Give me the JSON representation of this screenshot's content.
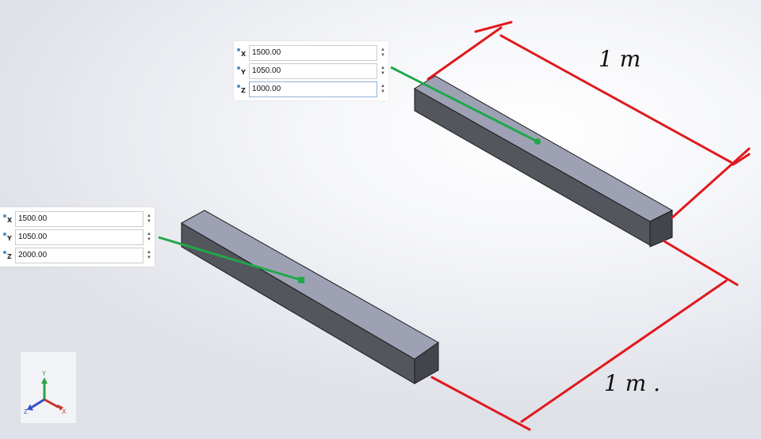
{
  "panels": [
    {
      "x": {
        "axis": "X",
        "value": "1500.00"
      },
      "y": {
        "axis": "Y",
        "value": "1050.00"
      },
      "z": {
        "axis": "Z",
        "value": "1000.00"
      }
    },
    {
      "x": {
        "axis": "X",
        "value": "1500.00"
      },
      "y": {
        "axis": "Y",
        "value": "1050.00"
      },
      "z": {
        "axis": "Z",
        "value": "2000.00"
      }
    }
  ],
  "annotations": {
    "top_dimension": "1 m",
    "bottom_dimension": "1 m ."
  },
  "triad": {
    "x_label": "X",
    "y_label": "Y",
    "z_label": "Z"
  },
  "colors": {
    "beam_top": "#9da0b3",
    "beam_side": "#55575f",
    "beam_end": "#41434a",
    "dimension_line": "#e0191e",
    "leader": "#20a84a",
    "axis_dot": "#4a8fc4"
  },
  "icons": [
    "spin-up-icon",
    "spin-down-icon",
    "axis-dot-icon",
    "view-triad-icon"
  ]
}
